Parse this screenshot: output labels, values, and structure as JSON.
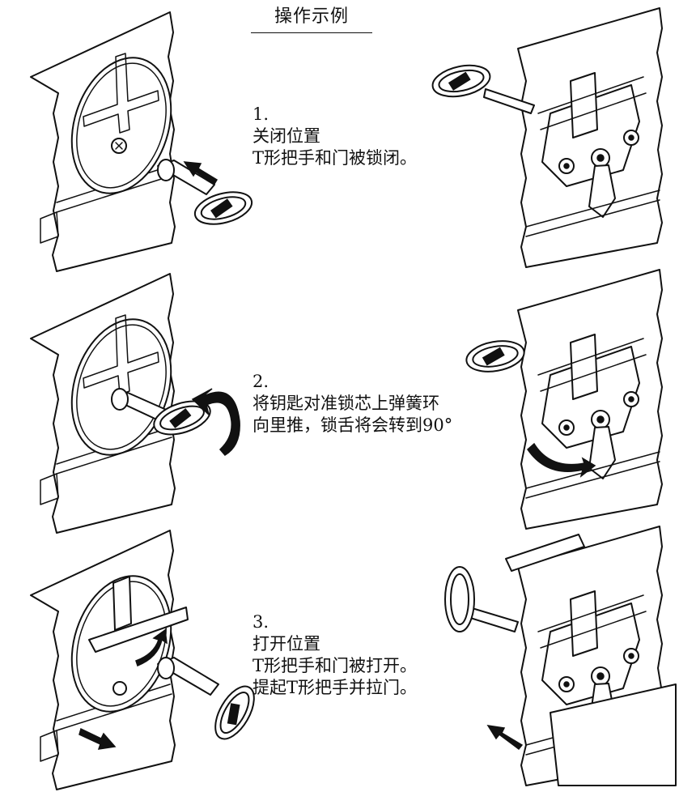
{
  "title": "操作示例",
  "steps": [
    {
      "number": "1.",
      "lines": [
        "关闭位置",
        "T形把手和门被锁闭。"
      ]
    },
    {
      "number": "2.",
      "lines": [
        "将钥匙对准锁芯上弹簧环",
        "向里推，锁舌将会转到90°"
      ]
    },
    {
      "number": "3.",
      "lines": [
        "打开位置",
        "T形把手和门被打开。",
        "提起T形把手并拉门。"
      ]
    }
  ]
}
